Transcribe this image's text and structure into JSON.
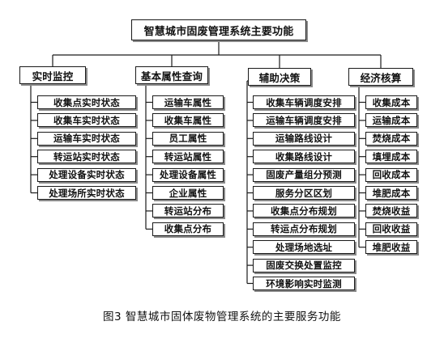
{
  "root": "智慧城市固废管理系统主要功能",
  "categories": [
    {
      "label": "实时监控",
      "items": [
        "收集点实时状态",
        "收集车实时状态",
        "运输车实时状态",
        "转运站实时状态",
        "处理设备实时状态",
        "处理场所实时状态"
      ]
    },
    {
      "label": "基本属性查询",
      "items": [
        "运输车属性",
        "收集车属性",
        "员工属性",
        "转运站属性",
        "处理设备属性",
        "企业属性",
        "转运站分布",
        "收集点分布"
      ]
    },
    {
      "label": "辅助决策",
      "items": [
        "收集车辆调度安排",
        "运输车辆调度安排",
        "运输路线设计",
        "收集路线设计",
        "固废产量组分预测",
        "服务分区区划",
        "收集点分布规划",
        "转运点分布规划",
        "处理场地选址",
        "固废交换处置监控",
        "环境影响实时监测"
      ]
    },
    {
      "label": "经济核算",
      "items": [
        "收集成本",
        "运输成本",
        "焚烧成本",
        "填埋成本",
        "回收成本",
        "堆肥成本",
        "焚烧收益",
        "回收收益",
        "堆肥收益"
      ]
    }
  ],
  "caption": "图3   智慧城市固体废物管理系统的主要服务功能"
}
